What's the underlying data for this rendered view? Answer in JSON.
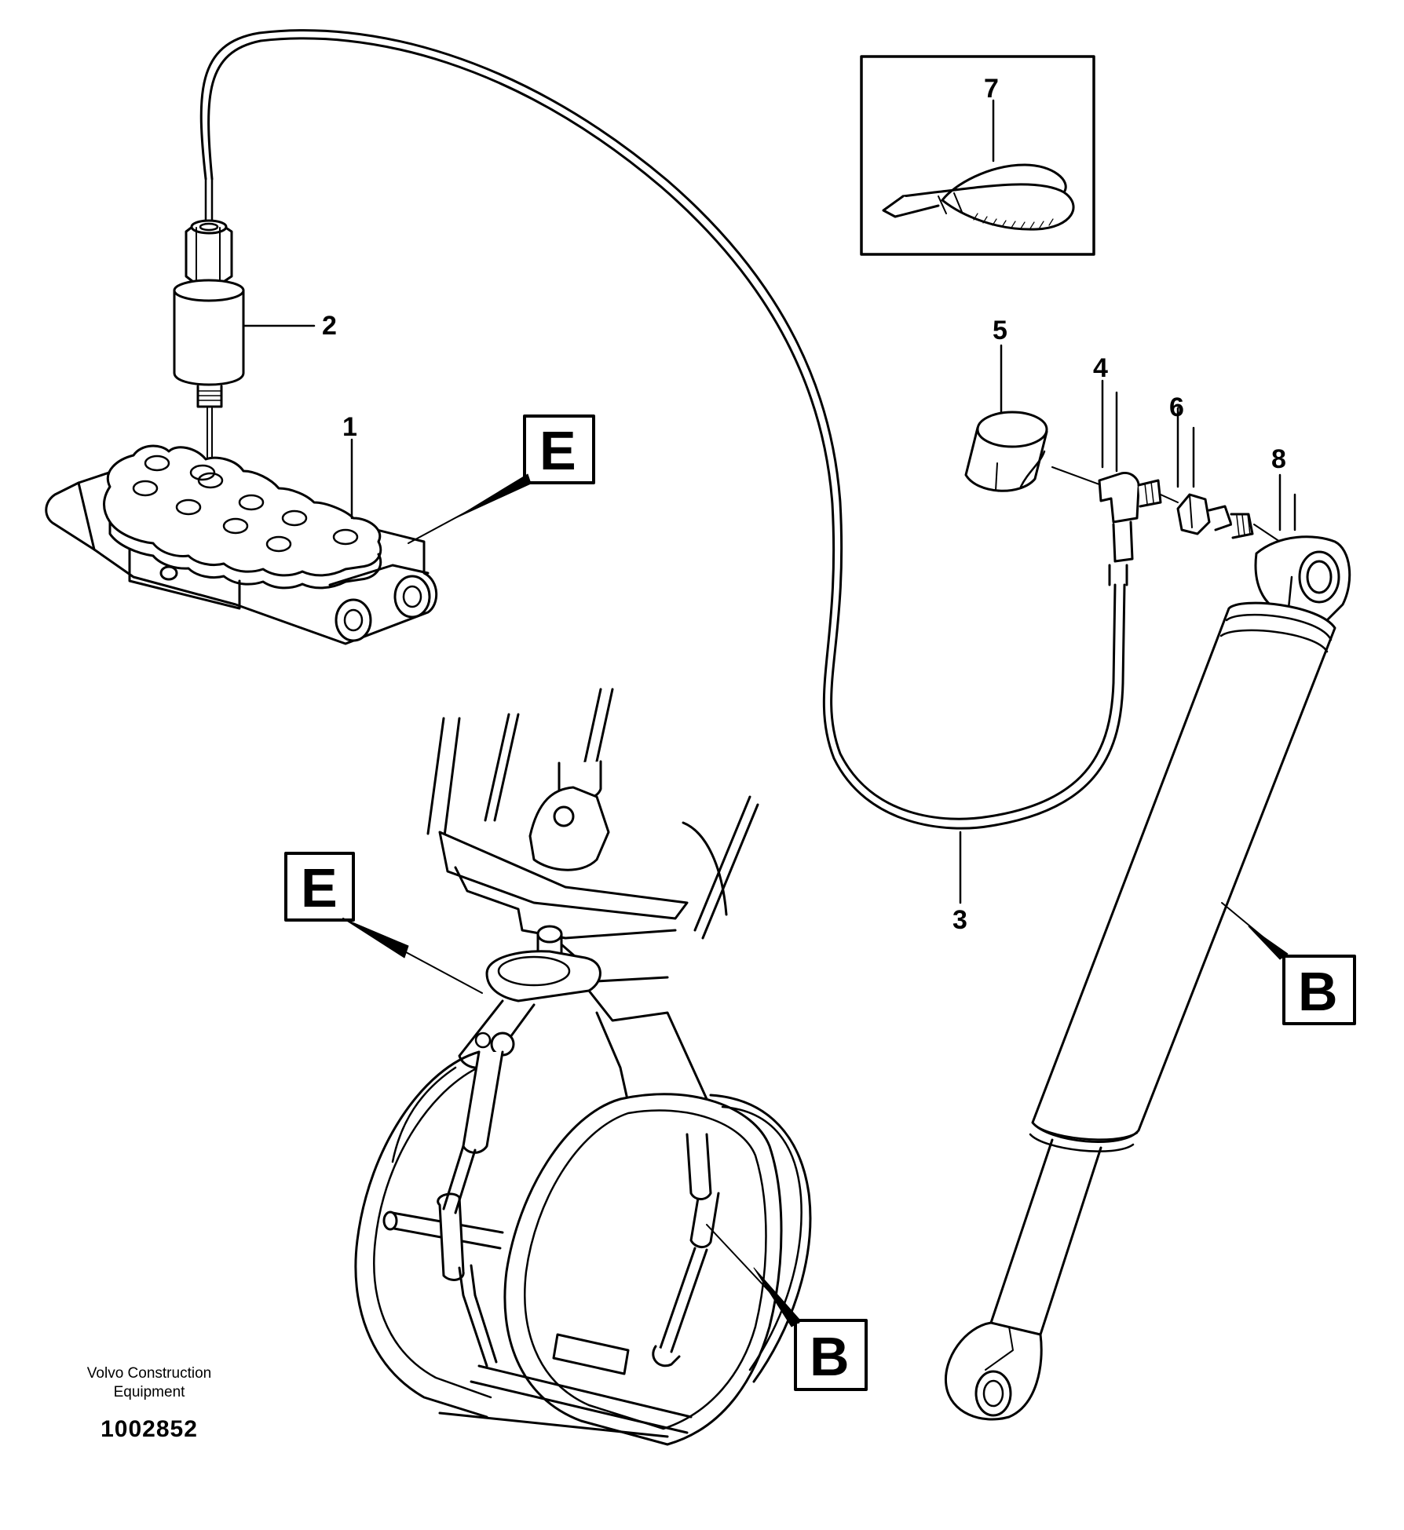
{
  "callouts": {
    "c1": "1",
    "c2": "2",
    "c3": "3",
    "c4": "4",
    "c5": "5",
    "c6": "6",
    "c7": "7",
    "c8": "8"
  },
  "view_labels": {
    "e_top": "E",
    "e_mid": "E",
    "b_right": "B",
    "b_bottom": "B"
  },
  "credit": {
    "line1": "Volvo Construction",
    "line2": "Equipment",
    "number": "1002852"
  }
}
